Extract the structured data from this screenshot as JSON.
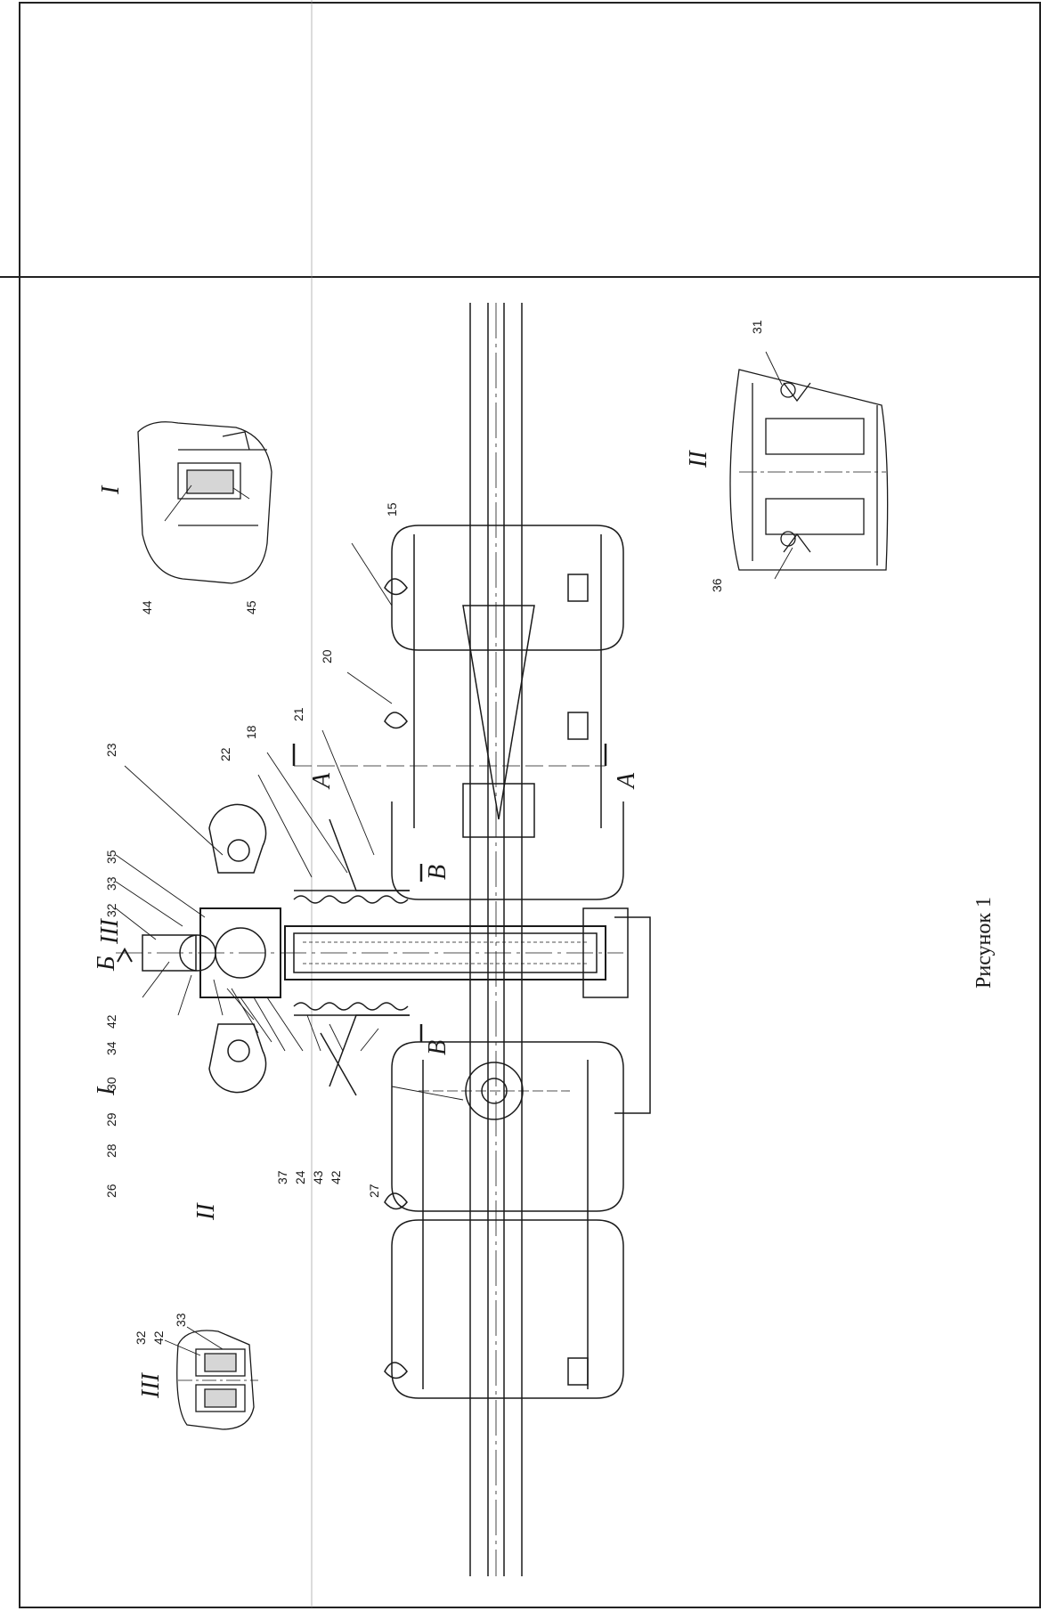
{
  "figure": {
    "caption": "Рисунок 1"
  },
  "callouts": {
    "p15": "15",
    "p20": "20",
    "p21": "21",
    "p18": "18",
    "p22": "22",
    "p23": "23",
    "p35": "35",
    "p33": "33",
    "p32": "32",
    "p42": "42",
    "p34": "34",
    "p30": "30",
    "p29": "29",
    "p28": "28",
    "p26": "26",
    "p37": "37",
    "p24": "24",
    "p43": "43",
    "p42b": "42",
    "p27": "27",
    "p44": "44",
    "p45": "45",
    "p31": "31",
    "p36": "36",
    "d3_32": "32",
    "d3_42": "42",
    "d3_33": "33"
  },
  "view_markers": {
    "detail_I": "I",
    "detail_II": "II",
    "detail_III": "III",
    "section_A_top": "А",
    "section_A_bottom": "А",
    "section_B_top": "В",
    "section_B_bottom": "В",
    "view_Б": "Б",
    "main_I": "I",
    "main_II": "II",
    "main_III": "III"
  },
  "colors": {
    "line": "#1a1a1a",
    "frame": "#222222",
    "paper": "#ffffff",
    "hatch": "#555555"
  }
}
